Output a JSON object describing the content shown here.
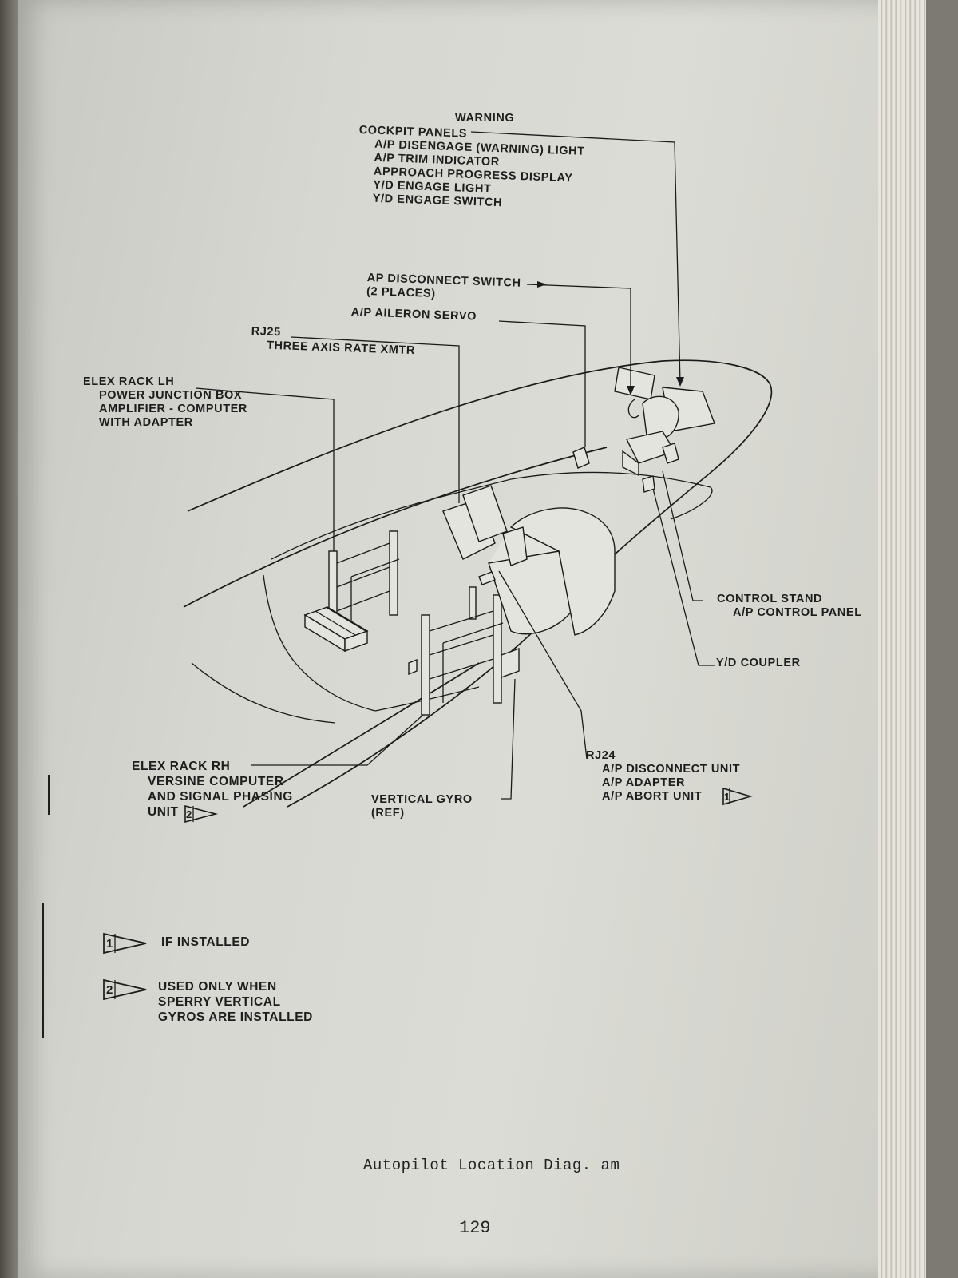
{
  "labels": {
    "warning": "WARNING",
    "cockpit_panels": [
      "COCKPIT PANELS",
      "A/P DISENGAGE (WARNING) LIGHT",
      "A/P TRIM INDICATOR",
      "APPROACH PROGRESS DISPLAY",
      "Y/D ENGAGE LIGHT",
      "Y/D ENGAGE SWITCH"
    ],
    "ap_disconnect_switch": [
      "AP DISCONNECT SWITCH",
      "(2 PLACES)"
    ],
    "ap_aileron_servo": "A/P AILERON SERVO",
    "rj25": [
      "RJ25",
      "THREE AXIS RATE XMTR"
    ],
    "elex_rack_lh": [
      "ELEX RACK LH",
      "POWER JUNCTION BOX",
      "AMPLIFIER - COMPUTER",
      "WITH ADAPTER"
    ],
    "control_stand": [
      "CONTROL STAND",
      "A/P CONTROL PANEL"
    ],
    "yd_coupler": "Y/D COUPLER",
    "rj24": [
      "RJ24",
      "A/P DISCONNECT UNIT",
      "A/P ADAPTER",
      "A/P ABORT UNIT"
    ],
    "elex_rack_rh": [
      "ELEX RACK RH",
      "VERSINE COMPUTER",
      "AND SIGNAL PHASING",
      "UNIT"
    ],
    "vertical_gyro": [
      "VERTICAL GYRO",
      "(REF)"
    ]
  },
  "flags": {
    "abort_unit_flag": "1",
    "unit_flag": "2"
  },
  "legend": [
    {
      "flag": "1",
      "text": [
        "IF INSTALLED"
      ]
    },
    {
      "flag": "2",
      "text": [
        "USED ONLY WHEN",
        "SPERRY VERTICAL",
        "GYROS ARE INSTALLED"
      ]
    }
  ],
  "caption": "Autopilot Location Diag. am",
  "page_number": "129"
}
